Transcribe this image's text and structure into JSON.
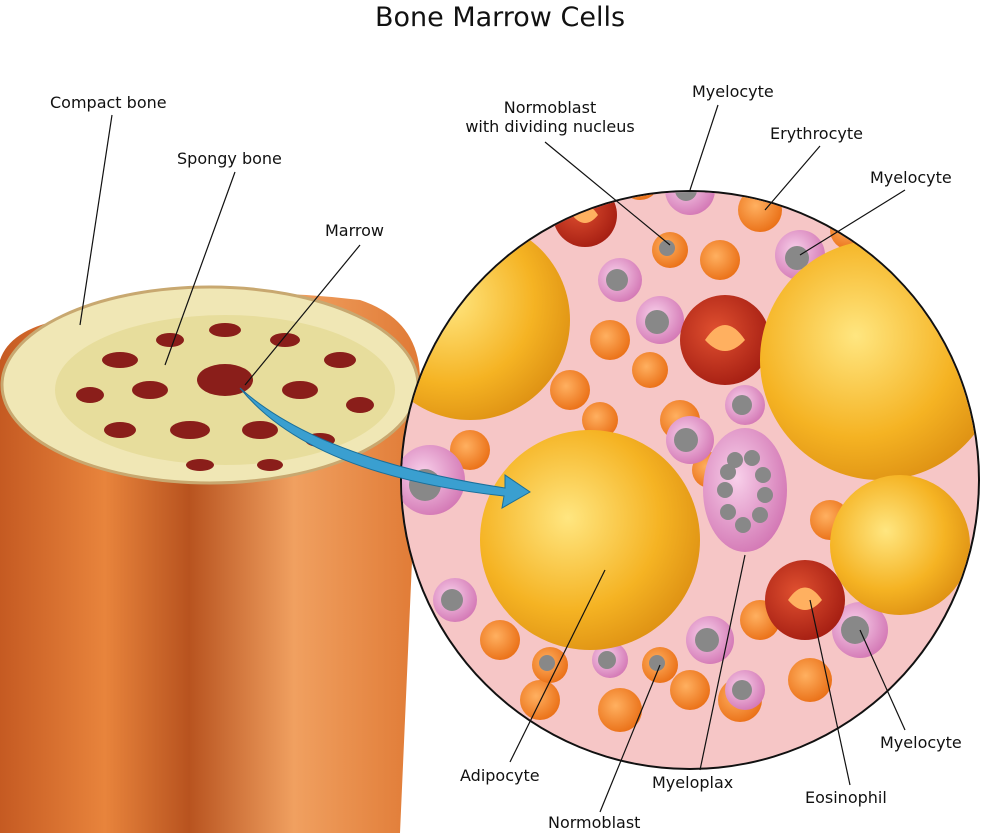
{
  "title": "Bone Marrow Cells",
  "labels": {
    "compact_bone": "Compact bone",
    "spongy_bone": "Spongy bone",
    "marrow": "Marrow",
    "normoblast_dividing_1": "Normoblast",
    "normoblast_dividing_2": "with dividing nucleus",
    "myelocyte_top": "Myelocyte",
    "erythrocyte": "Erythrocyte",
    "myelocyte_right": "Myelocyte",
    "myelocyte_bottom": "Myelocyte",
    "eosinophil": "Eosinophil",
    "myeloplax": "Myeloplax",
    "adipocyte": "Adipocyte",
    "normoblast": "Normoblast"
  },
  "colors": {
    "bone": "#e0823a",
    "marrow": "#8a1e1a",
    "spongy": "#efe6b0",
    "background": "#f6c6c6",
    "adipocyte": "#f5b323",
    "erythrocyte": "#f5892a",
    "myelocyte": "#e79ad0",
    "nucleus": "#8a8a8a",
    "eosinophil": "#c6301e",
    "arrow": "#3a9fd0"
  }
}
